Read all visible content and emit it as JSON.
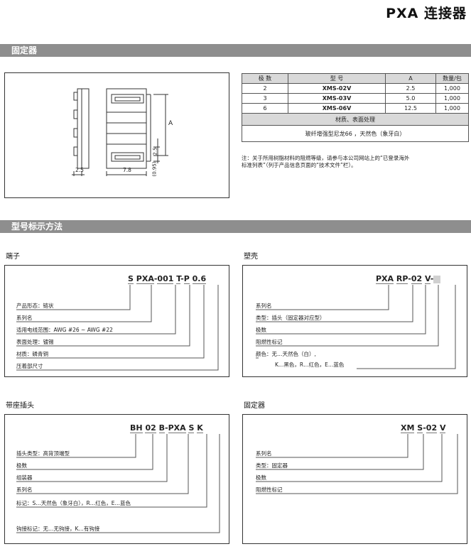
{
  "page_title": "PXA 连接器",
  "sections": {
    "fixture": "固定器",
    "model": "型号标示方法"
  },
  "drawing": {
    "dim_a": "A",
    "dim_25v": "2.5",
    "dim_095": "(0.95)",
    "dim_25h": "2.5",
    "dim_78": "7.8"
  },
  "spec_table": {
    "headers": [
      "极 数",
      "型 号",
      "A",
      "数量/包"
    ],
    "rows": [
      [
        "2",
        "XMS-02V",
        "2.5",
        "1,000"
      ],
      [
        "3",
        "XMS-03V",
        "5.0",
        "1,000"
      ],
      [
        "6",
        "XMS-06V",
        "12.5",
        "1,000"
      ]
    ],
    "material_header": "材质、表面处理",
    "material_value": "玻纤增强型尼龙66 ，天然色（象牙白）"
  },
  "note": {
    "line1": "注：关于所用树脂材料的阻燃等级，请参与本公司网站上的“已登录海外",
    "line2": "标准列表”（列于产品信息页面的“技术文件”栏）。"
  },
  "terminal": {
    "heading": "端子",
    "code": {
      "p1": "S",
      "p2": "PXA",
      "d1": "-",
      "p3": "001",
      "p4": "T",
      "d2": "-",
      "p5": "P",
      "p6": "0.6"
    },
    "labels": [
      "产品形态：链状",
      "系列名",
      "适用电线范围：AWG #26 ~ AWG #22",
      "表面处理：镀锡",
      "材质：磷青铜",
      "压着部尺寸"
    ]
  },
  "housing": {
    "heading": "塑壳",
    "code": {
      "p1": "PXA",
      "p2": "RP",
      "d1": "-",
      "p3": "02",
      "p4": "V",
      "d2": "-"
    },
    "labels": [
      "系列名",
      "类型：插头（固定器对应型）",
      "极数",
      "阻燃性标记",
      "颜色：无…天然色（白）,",
      "K…黑色，R…红色，E…蓝色"
    ]
  },
  "header_conn": {
    "heading": "带座插头",
    "code": {
      "p1": "BH",
      "p2": "02",
      "p3": "B",
      "d1": "-",
      "p4": "PXA",
      "p5": "S",
      "p6": "K"
    },
    "labels": [
      "插头类型：高背顶端型",
      "极数",
      "组装器",
      "系列名",
      "标记：S…天然色（象牙白），R…红色，E…蓝色",
      "钩接标记：无…无钩接，K…有钩接"
    ]
  },
  "fixture_model": {
    "heading": "固定器",
    "code": {
      "p1": "XM",
      "p2": "S",
      "d1": "-",
      "p3": "02",
      "p4": "V"
    },
    "labels": [
      "系列名",
      "类型：固定器",
      "极数",
      "阻燃性标记"
    ]
  }
}
